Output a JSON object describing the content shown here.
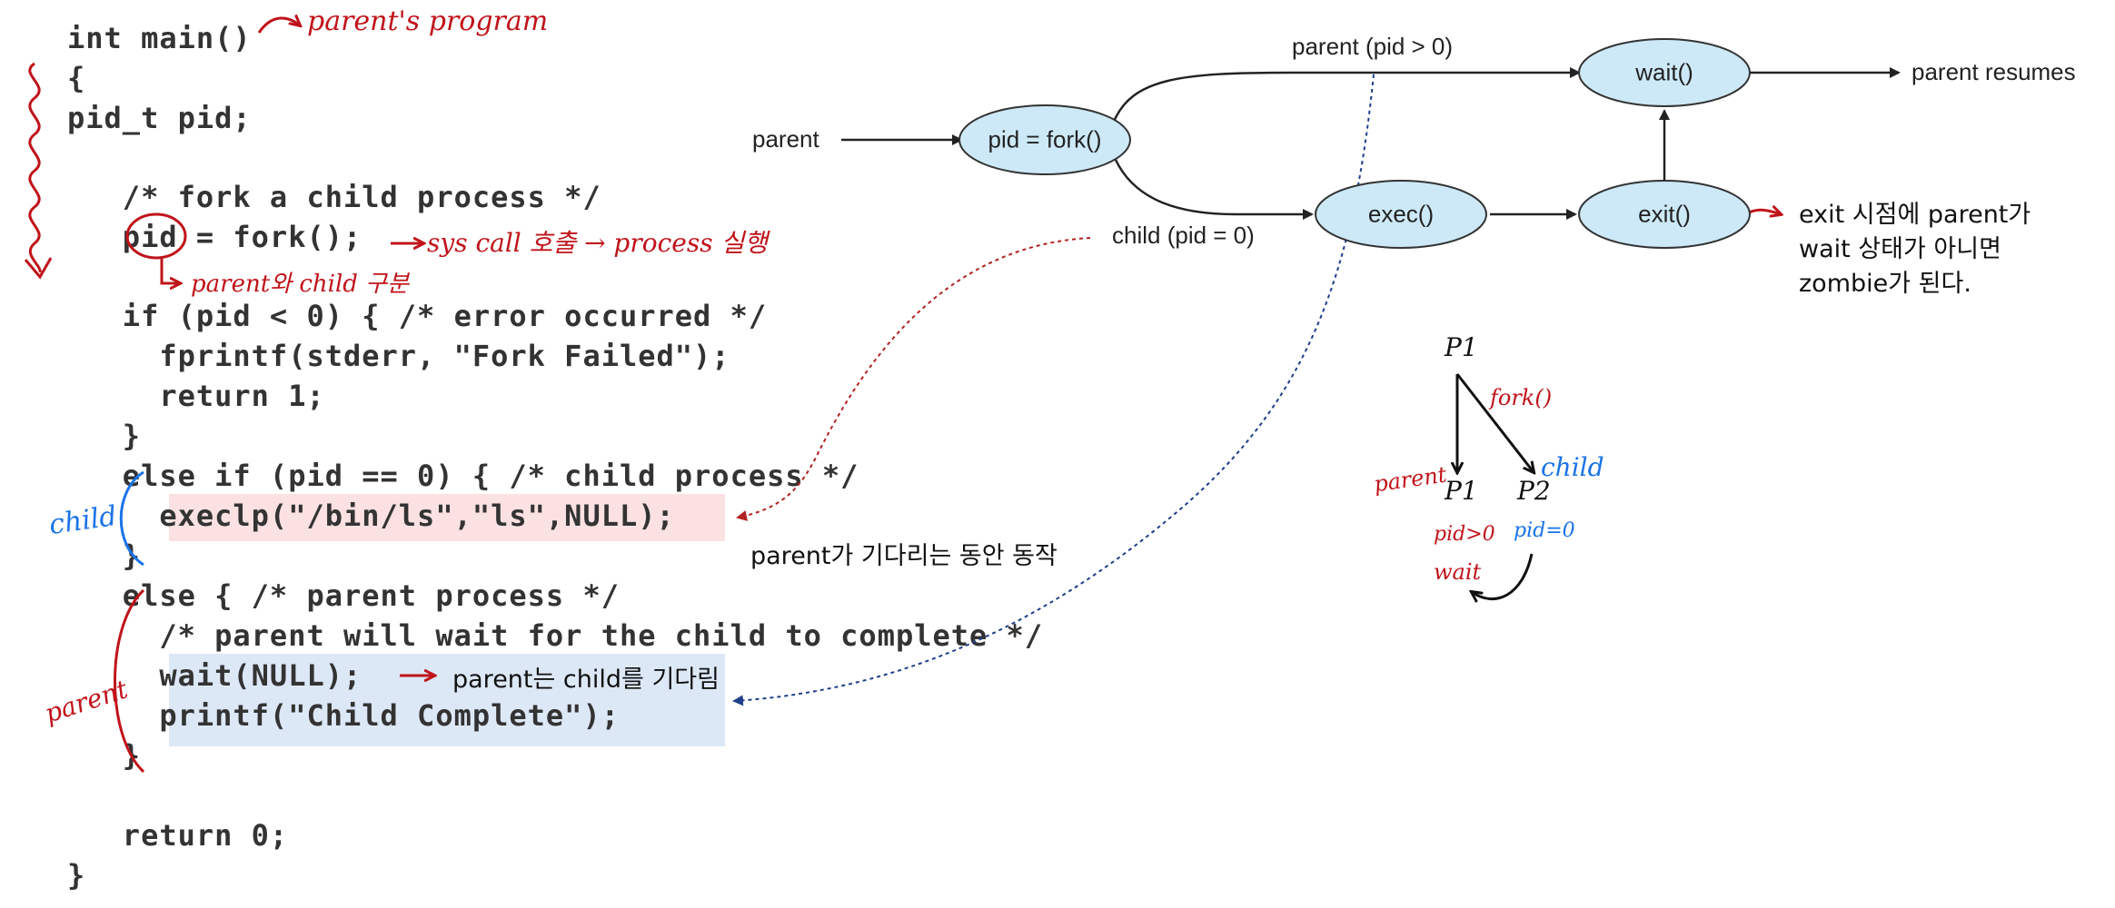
{
  "code": {
    "lines": [
      "int main()",
      "{",
      "pid_t pid;",
      "",
      "   /* fork a child process */",
      "   pid = fork();",
      "",
      "   if (pid < 0) { /* error occurred */",
      "     fprintf(stderr, \"Fork Failed\");",
      "     return 1;",
      "   }",
      "   else if (pid == 0) { /* child process */",
      "     execlp(\"/bin/ls\",\"ls\",NULL);",
      "   }",
      "   else { /* parent process */",
      "     /* parent will wait for the child to complete */",
      "     wait(NULL);",
      "     printf(\"Child Complete\");",
      "   }",
      "",
      "   return 0;",
      "}"
    ]
  },
  "code_notes": {
    "parent_program": "parent's program",
    "sys_call": "sys call 호출 → process 실행",
    "distinguish": "parent와 child 구분",
    "child_brace": "child",
    "parent_brace": "parent",
    "exec_note": "parent가 기다리는 동안 동작",
    "wait_note": "parent는 child를 기다림"
  },
  "flow": {
    "start_label": "parent",
    "nodes": {
      "fork": "pid = fork()",
      "wait": "wait()",
      "exec": "exec()",
      "exit": "exit()"
    },
    "edge_parent": "parent (pid > 0)",
    "edge_child": "child (pid = 0)",
    "end_label": "parent resumes",
    "zombie_note": [
      "exit 시점에 parent가",
      "wait 상태가 아니면",
      "zombie가 된다."
    ]
  },
  "tree": {
    "root": "P1",
    "fork_label": "fork()",
    "left_node": "P1",
    "right_node": "P2",
    "parent_label": "parent",
    "child_label": "child",
    "left_pid": "pid>0",
    "right_pid": "pid=0",
    "wait_label": "wait"
  },
  "colors": {
    "node_fill": "#cde9f7",
    "hand_red": "#c0131a",
    "hand_blue": "#1a73e8",
    "highlight_pink": "#fbe1e1",
    "highlight_blue": "#dde8f7",
    "dashed_red": "#b22222",
    "dashed_blue": "#1f3f8a"
  }
}
